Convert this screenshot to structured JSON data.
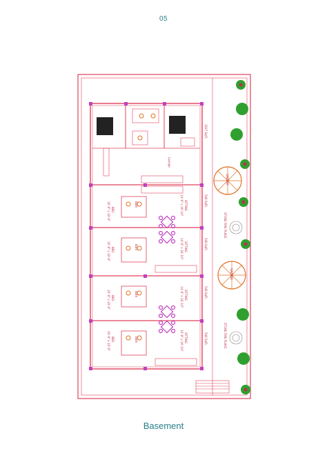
{
  "page": {
    "number": "05",
    "caption": "Basement"
  },
  "plan": {
    "area_labels": {
      "top_area": "1027 SqFt.",
      "unit_1": "546 SqFt.",
      "unit_2": "546 SqFt.",
      "unit_3": "546 SqFt.",
      "unit_4": "546 SqFt."
    },
    "room_labels": {
      "lounge": "Lounge",
      "sitting": "SITTING",
      "sitting_dims": "14'-0\" x 16'-10\"",
      "bed": "BED",
      "bed_dims": "10'-0\" x 10'-0\"",
      "bath": "Bath",
      "gazebo": "GAZEBO",
      "stone_fire_place": "STONE FIRE PLACE"
    },
    "colors": {
      "walls": "#e0405a",
      "columns": "#c040c0",
      "trees": "#2fa02f",
      "gazebo": "#e07020",
      "text": "#c0304a"
    }
  }
}
